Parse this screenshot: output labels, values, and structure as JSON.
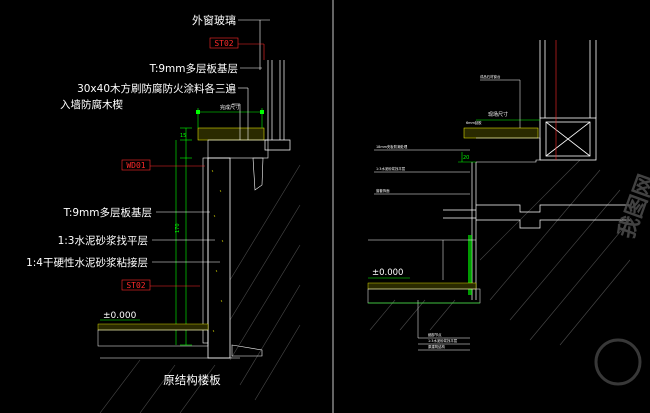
{
  "left_detail": {
    "labels": [
      "外窗玻璃",
      "T:9mm多层板基层",
      "30x40木方刷防腐防火涂料各三遍",
      "入墙防腐木楔",
      "T:9mm多层板基层",
      "1:3水泥砂浆找平层",
      "1:4干硬性水泥砂浆粘接层"
    ],
    "tags": [
      "ST02",
      "WD01",
      "ST02"
    ],
    "dimension_text": "完成尺寸",
    "level": "±0.000",
    "bottom_caption": "原结构楼板"
  },
  "right_detail": {
    "labels": [
      "成品石材窗台",
      "现场尺寸",
      "18mm夹板防潮处理",
      "1:3水泥砂浆找平层",
      "窗套饰面",
      "细部节点",
      "1:3水泥砂浆找平层",
      "原建筑结构"
    ],
    "small_dims": [
      "6mm刮胶",
      "20"
    ],
    "level": "±0.000"
  },
  "watermark": "我图网",
  "colors": {
    "background": "#000000",
    "line_white": "#ffffff",
    "line_green": "#00ff00",
    "tag_red": "#ff2a2a",
    "hatch": "#5a5a5a"
  }
}
